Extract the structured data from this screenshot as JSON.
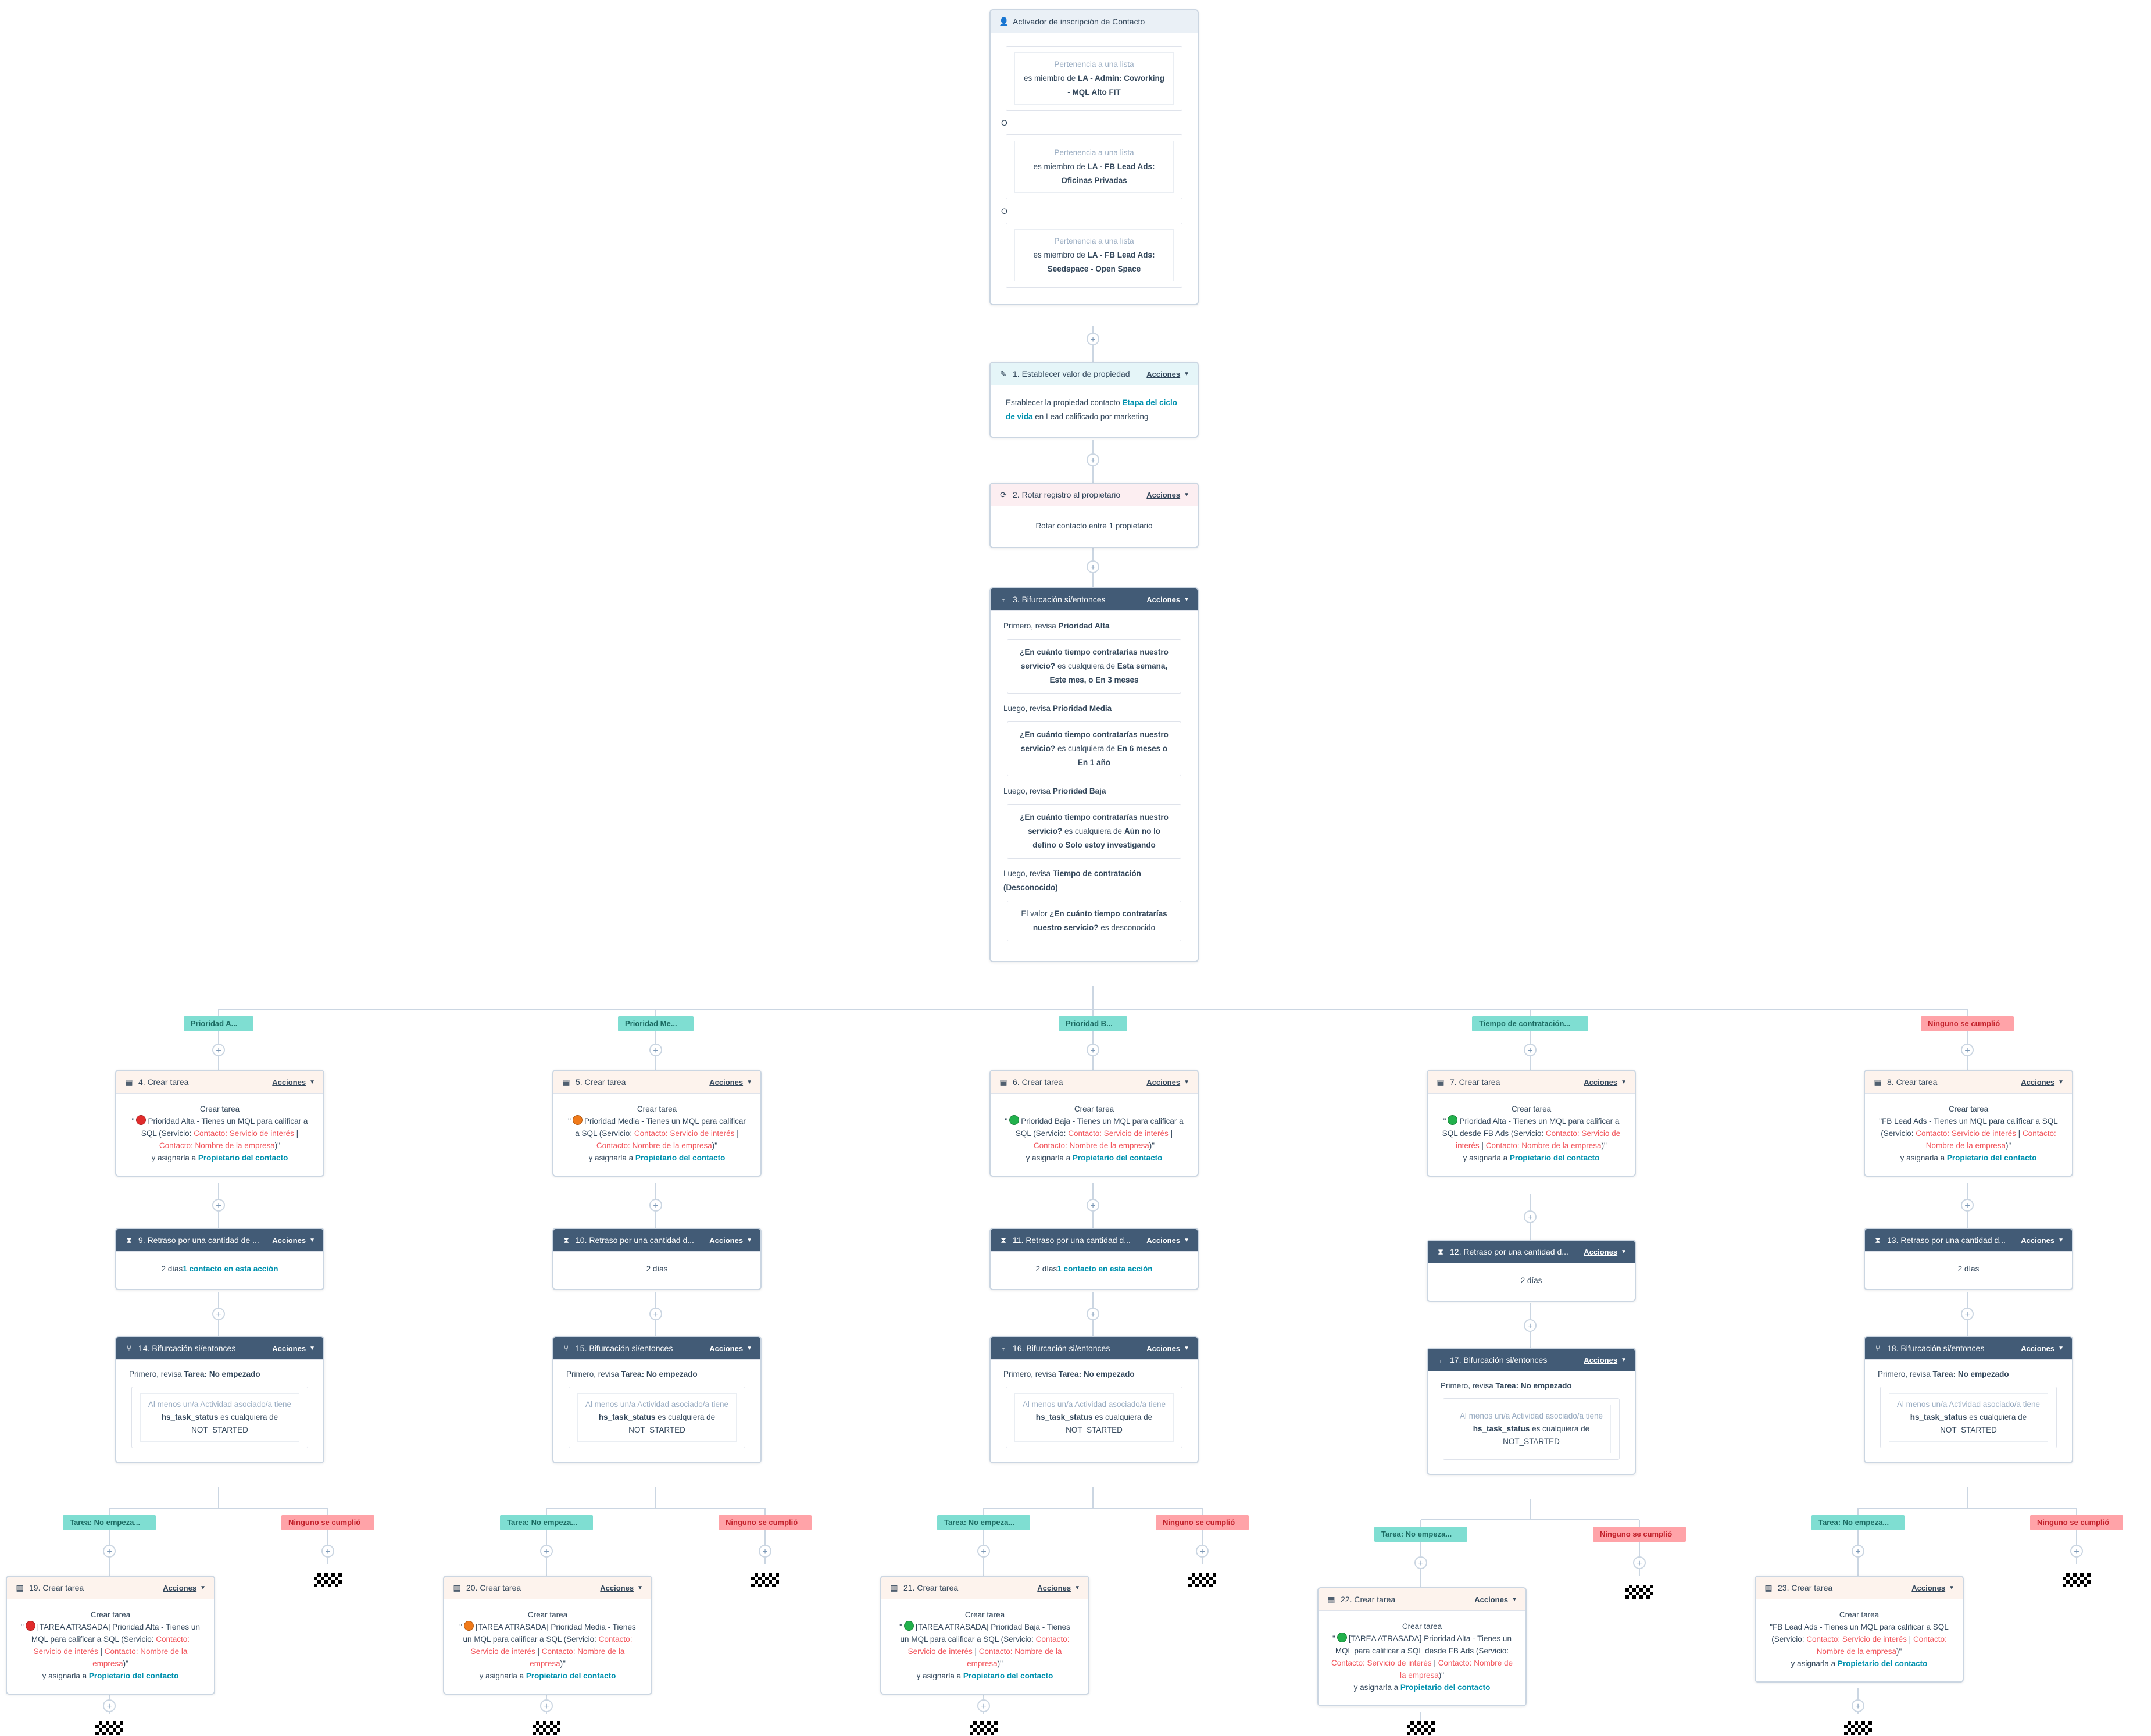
{
  "colors": {
    "canvas": "#ffffff",
    "line": "#cbd6e2",
    "dark_header": "#425b76",
    "teal_link": "#0091ae",
    "orange_token": "#f2545b",
    "branch_green": "#7fded2",
    "branch_red": "#ffa3a8"
  },
  "common": {
    "acciones": "Acciones",
    "plus": "+",
    "separator": "|"
  },
  "trigger": {
    "title": "Activador de inscripción de Contacto",
    "icon": "contact-icon",
    "filters": [
      {
        "type": "Pertenencia a una lista",
        "prefix": "es miembro de",
        "value": "LA - Admin: Coworking - MQL Alto FIT"
      },
      {
        "type": "Pertenencia a una lista",
        "prefix": "es miembro de",
        "value": "LA - FB Lead Ads: Oficinas Privadas"
      },
      {
        "type": "Pertenencia a una lista",
        "prefix": "es miembro de",
        "value": "LA - FB Lead Ads: Seedspace - Open Space"
      }
    ],
    "or_label": "O"
  },
  "step1": {
    "title": "1. Establecer valor de propiedad",
    "icon": "edit-icon",
    "t1": "Establecer la propiedad contacto",
    "link": "Etapa del ciclo de vida",
    "t2": "en",
    "t3": "Lead calificado por marketing"
  },
  "step2": {
    "title": "2. Rotar registro al propietario",
    "icon": "rotate-owner-icon",
    "text": "Rotar contacto entre 1 propietario"
  },
  "step3": {
    "title": "3. Bifurcación si/entonces",
    "icon": "branch-icon",
    "checks": [
      {
        "lead": "Primero, revisa",
        "name": "Prioridad Alta",
        "q": "¿En cuánto tiempo contratarías nuestro servicio?",
        "mid": "es cualquiera de",
        "values": "Esta semana, Este mes, o En 3 meses"
      },
      {
        "lead": "Luego, revisa",
        "name": "Prioridad Media",
        "q": "¿En cuánto tiempo contratarías nuestro servicio?",
        "mid": "es cualquiera de",
        "values": "En 6 meses o En 1 año"
      },
      {
        "lead": "Luego, revisa",
        "name": "Prioridad Baja",
        "q": "¿En cuánto tiempo contratarías nuestro servicio?",
        "mid": "es cualquiera de",
        "values": "Aún no lo defino o Solo estoy investigando"
      },
      {
        "lead": "Luego, revisa",
        "name": "Tiempo de contratación (Desconocido)",
        "q": "¿En cuánto tiempo contratarías nuestro servicio?",
        "mid": "es desconocido",
        "values": "",
        "pre": "El valor"
      }
    ]
  },
  "branch_labels": [
    "Prioridad A...",
    "Prioridad Me...",
    "Prioridad B...",
    "Tiempo de contratación...",
    "Ninguno se cumplió"
  ],
  "columns": [
    {
      "task": {
        "title": "4. Crear tarea",
        "dot": "#e02b2b",
        "name": "Prioridad Alta - Tienes un MQL para calificar a SQL (Servicio:",
        "t1": "Contacto: Servicio de interés",
        "t2": "Contacto: Nombre de la empresa"
      },
      "delay": {
        "title": "9. Retraso por una cantidad de ...",
        "text": "2 días",
        "link": "1 contacto en esta acción"
      },
      "branch": {
        "title": "14. Bifurcación si/entonces"
      },
      "late": {
        "title": "19. Crear tarea",
        "dot": "#e02b2b",
        "name": "[TAREA ATRASADA] Prioridad Alta - Tienes un MQL para calificar a SQL (Servicio:",
        "t1": "Contacto: Servicio de interés",
        "t2": "Contacto: Nombre de la empresa"
      }
    },
    {
      "task": {
        "title": "5. Crear tarea",
        "dot": "#f07a1a",
        "name": "Prioridad Media - Tienes un MQL para calificar a SQL (Servicio:",
        "t1": "Contacto: Servicio de interés",
        "t2": "Contacto: Nombre de la empresa"
      },
      "delay": {
        "title": "10. Retraso por una cantidad d...",
        "text": "2 días",
        "link": ""
      },
      "branch": {
        "title": "15. Bifurcación si/entonces"
      },
      "late": {
        "title": "20. Crear tarea",
        "dot": "#f07a1a",
        "name": "[TAREA ATRASADA] Prioridad Media - Tienes un MQL para calificar a SQL (Servicio:",
        "t1": "Contacto: Servicio de interés",
        "t2": "Contacto: Nombre de la empresa"
      }
    },
    {
      "task": {
        "title": "6. Crear tarea",
        "dot": "#22b14c",
        "name": "Prioridad Baja - Tienes un MQL para calificar a SQL (Servicio:",
        "t1": "Contacto: Servicio de interés",
        "t2": "Contacto: Nombre de la empresa"
      },
      "delay": {
        "title": "11. Retraso por una cantidad d...",
        "text": "2 días",
        "link": "1 contacto en esta acción"
      },
      "branch": {
        "title": "16. Bifurcación si/entonces"
      },
      "late": {
        "title": "21. Crear tarea",
        "dot": "#22b14c",
        "name": "[TAREA ATRASADA] Prioridad Baja - Tienes un MQL para calificar a SQL (Servicio:",
        "t1": "Contacto: Servicio de interés",
        "t2": "Contacto: Nombre de la empresa"
      }
    },
    {
      "task": {
        "title": "7. Crear tarea",
        "dot": "#22b14c",
        "name": "Prioridad Alta - Tienes un MQL para calificar a SQL desde FB Ads (Servicio:",
        "t1": "Contacto: Servicio de interés",
        "t2": "Contacto: Nombre de la empresa"
      },
      "delay": {
        "title": "12. Retraso por una cantidad d...",
        "text": "2 días",
        "link": ""
      },
      "branch": {
        "title": "17. Bifurcación si/entonces"
      },
      "late": {
        "title": "22. Crear tarea",
        "dot": "#22b14c",
        "name": "[TAREA ATRASADA] Prioridad Alta - Tienes un MQL para calificar a SQL desde FB Ads (Servicio:",
        "t1": "Contacto: Servicio de interés",
        "t2": "Contacto: Nombre de la empresa"
      }
    },
    {
      "task": {
        "title": "8. Crear tarea",
        "dot": "",
        "name": "FB Lead Ads - Tienes un MQL para calificar a SQL (Servicio:",
        "t1": "Contacto: Servicio de interés",
        "t2": "Contacto: Nombre de la empresa"
      },
      "delay": {
        "title": "13. Retraso por una cantidad d...",
        "text": "2 días",
        "link": ""
      },
      "branch": {
        "title": "18. Bifurcación si/entonces"
      },
      "late": {
        "title": "23. Crear tarea",
        "dot": "",
        "name": "FB Lead Ads - Tienes un MQL para calificar a SQL (Servicio:",
        "t1": "Contacto: Servicio de interés",
        "t2": "Contacto: Nombre de la empresa"
      }
    }
  ],
  "task_common": {
    "label": "Crear tarea",
    "assign": "y asignarla a",
    "owner": "Propietario del contacto",
    "quote_open": "\"",
    "quote_close": ")\""
  },
  "sub_branch": {
    "lead": "Primero, revisa",
    "name": "Tarea: No empezado",
    "line1": "Al menos un/a Actividad asociado/a tiene",
    "prop": "hs_task_status",
    "mid": "es cualquiera de",
    "value": "NOT_STARTED"
  },
  "sub_branch_labels": [
    "Tarea: No empeza...",
    "Ninguno se cumplió"
  ]
}
